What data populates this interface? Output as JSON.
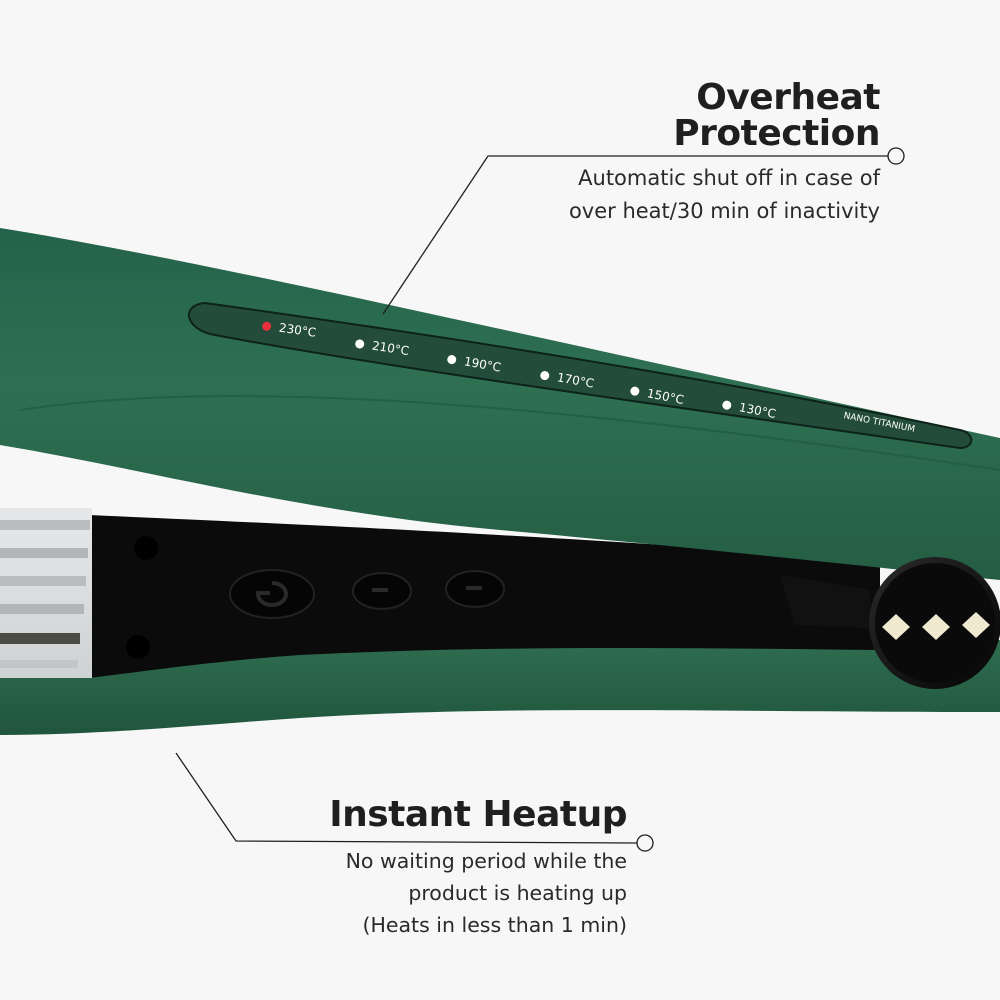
{
  "colors": {
    "background": "#f7f7f7",
    "body_green": "#2d6a4f",
    "body_green_dark": "#1f5a3f",
    "control_black": "#0d0d0d",
    "plate_silver": "#d9dbdc",
    "active_indicator": "#e8313a",
    "diamond": "#efe9cf",
    "text": "#1f1f1f"
  },
  "callouts": [
    {
      "title_line1": "Overheat",
      "title_line2": "Protection",
      "description_line1": "Automatic shut off in case of",
      "description_line2": "over heat/30 min of inactivity"
    },
    {
      "title": "Instant Heatup",
      "description_line1": "No waiting period while the",
      "description_line2": "product is heating up",
      "description_line3": "(Heats in less than 1 min)"
    }
  ],
  "product": {
    "temperature_settings": [
      {
        "label": "230°C",
        "active": true
      },
      {
        "label": "210°C",
        "active": false
      },
      {
        "label": "190°C",
        "active": false
      },
      {
        "label": "170°C",
        "active": false
      },
      {
        "label": "150°C",
        "active": false
      },
      {
        "label": "130°C",
        "active": false
      }
    ],
    "plate_label": "NANO TITANIUM",
    "buttons": [
      "power-button",
      "minus-button",
      "plus-button"
    ],
    "hinge_icon": "three-diamonds-icon"
  }
}
